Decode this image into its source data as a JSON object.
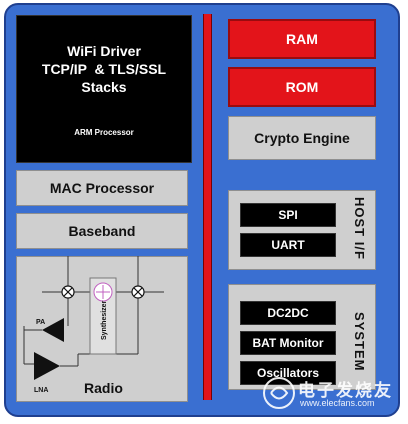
{
  "arm": {
    "title_line1": "WiFi Driver",
    "title_line2": "TCP/IP  & TLS/SSL",
    "title_line3": "Stacks",
    "subtitle": "ARM Processor"
  },
  "blocks": {
    "ram": "RAM",
    "rom": "ROM",
    "crypto": "Crypto Engine",
    "mac": "MAC Processor",
    "baseband": "Baseband",
    "radio": "Radio"
  },
  "host_if": {
    "label": "HOST I/F",
    "items": [
      "SPI",
      "UART"
    ]
  },
  "system": {
    "label": "SYSTEM",
    "items": [
      "DC2DC",
      "BAT Monitor",
      "Oscillators"
    ]
  },
  "radio_parts": {
    "pa": "PA",
    "lna": "LNA",
    "synth": "Synthesizer"
  },
  "watermark": {
    "cn": "电子发烧友",
    "url": "www.elecfans.com"
  },
  "colors": {
    "frame": "#3a6fd1",
    "red": "#e3141a",
    "grey": "#cfcfcf",
    "black": "#000000"
  }
}
